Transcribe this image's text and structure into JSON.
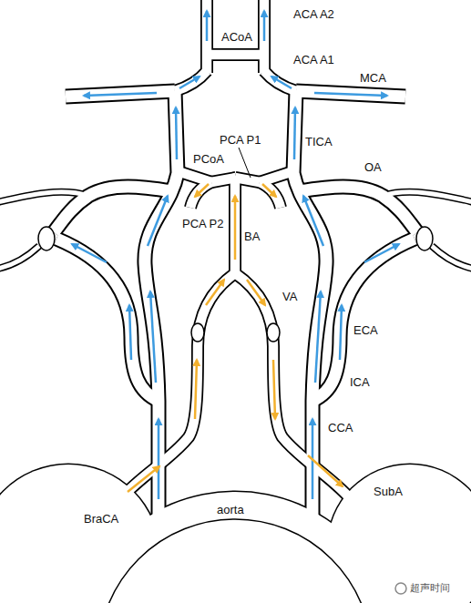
{
  "diagram": {
    "labels": [
      "ACA A2",
      "ACoA",
      "ACA A1",
      "MCA",
      "PCA P1",
      "PCoA",
      "TICA",
      "OA",
      "PCA P2",
      "BA",
      "VA",
      "ECA",
      "ICA",
      "CCA",
      "SubA",
      "BraCA",
      "aorta",
      "超声时间"
    ]
  }
}
